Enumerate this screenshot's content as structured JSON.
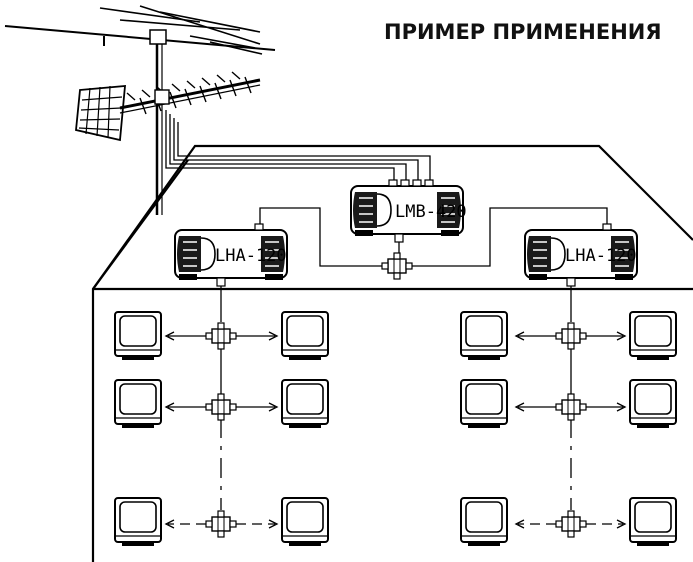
{
  "title": "ПРИМЕР  ПРИМЕНЕНИЯ",
  "devices": {
    "main": "LMB-420",
    "left": "LHA-120",
    "right": "LHA-120"
  }
}
